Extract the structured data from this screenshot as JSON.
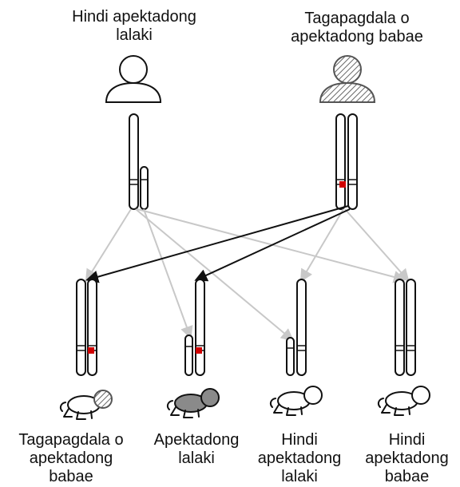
{
  "parents": {
    "father": {
      "label": "Hindi apektadong\nlalaki",
      "status": "unaffected male",
      "icon": "person-outline-icon"
    },
    "mother": {
      "label": "Tagapagdala o\napektadong babae",
      "status": "carrier or affected female",
      "icon": "person-hatched-icon"
    }
  },
  "children": [
    {
      "label": "Tagapagdala o\napektadong\nbabae",
      "icon": "baby-hatched-head-icon"
    },
    {
      "label": "Apektadong\nlalaki",
      "icon": "baby-gray-icon"
    },
    {
      "label": "Hindi\napektadong\nlalaki",
      "icon": "baby-outline-icon"
    },
    {
      "label": "Hindi\napektadong\nbabae",
      "icon": "baby-outline-icon"
    }
  ],
  "colors": {
    "mutation": "#d00000",
    "inherited_arrow": "#111111",
    "other_arrow": "#c8c8c8",
    "affected_fill": "#8a8a8a",
    "hatch": "#666666"
  }
}
